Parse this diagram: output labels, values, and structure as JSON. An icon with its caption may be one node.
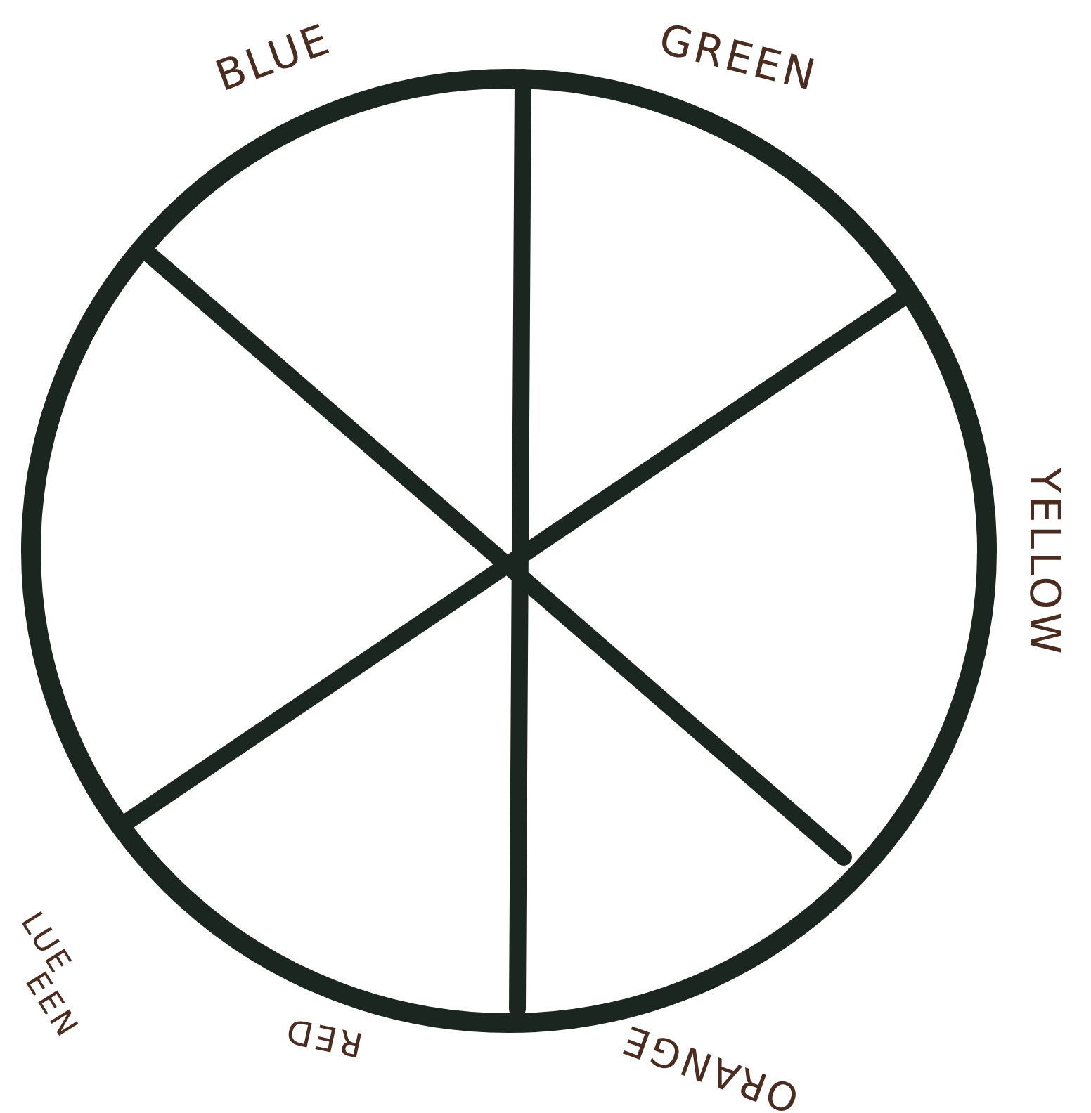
{
  "diagram": {
    "labels": [
      "BLUE",
      "GREEN",
      "YELLOW",
      "ORANGE",
      "RED",
      "LUE",
      "EEN"
    ]
  }
}
